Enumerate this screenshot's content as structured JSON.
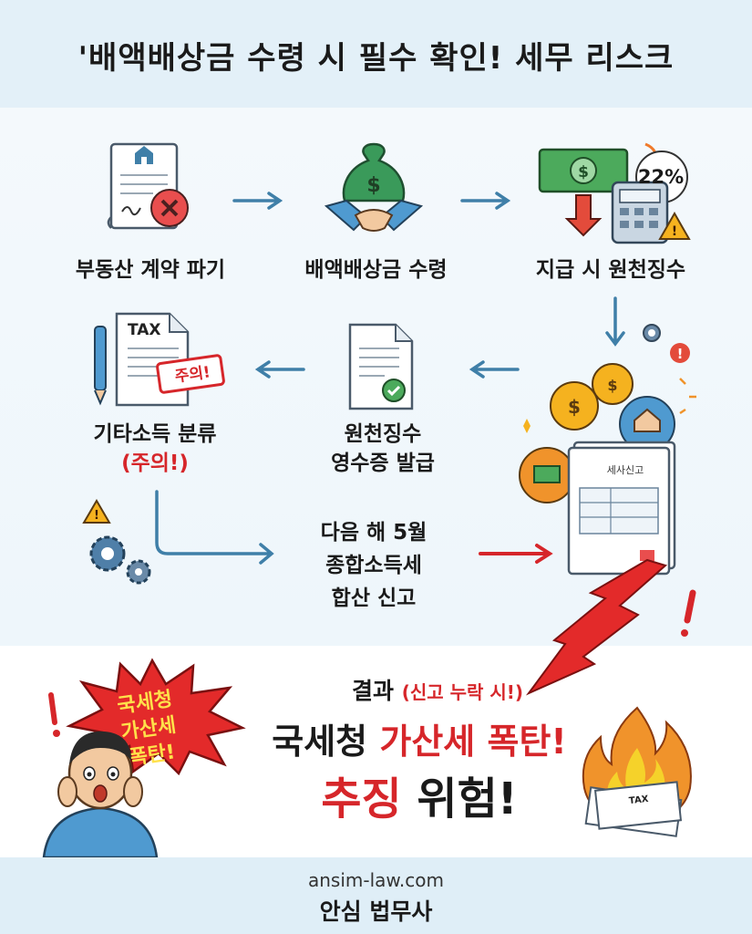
{
  "header": {
    "title": "'배액배상금 수령 시 필수 확인! 세무 리스크"
  },
  "steps": {
    "s1": "부동산 계약 파기",
    "s2": "배액배상금 수령",
    "s3": "지급 시 원천징수",
    "s4_line1": "원천징수",
    "s4_line2": "영수증 발급",
    "s5_line1": "기타소득 분류",
    "s5_line2": "(주의!)",
    "s6_line1": "다음 해 5월",
    "s6_line2": "종합소득세",
    "s6_line3": "합산 신고"
  },
  "badges": {
    "tax": "TAX",
    "caution_stamp": "주의!",
    "percent": "22%",
    "tax_form": "세사신고",
    "tax_small": "TAX"
  },
  "result": {
    "label": "결과",
    "condition": "(신고 누락 시!)",
    "line2_black": "국세청",
    "line2_red": "가산세 폭탄!",
    "line3_red": "추징",
    "line3_black": "위험!"
  },
  "burst": {
    "line1": "국세청",
    "line2": "가산세",
    "line3": "폭탄!"
  },
  "footer": {
    "site": "ansim-law.com",
    "brand": "안심 법무사"
  },
  "colors": {
    "header_bg": "#e3f0f8",
    "accent_blue": "#3f7fa8",
    "danger_red": "#d6262a",
    "burst_red": "#e32a2a",
    "burst_text": "#ffe14a"
  },
  "icons": [
    "contract-cancel-icon",
    "money-bag-handshake-icon",
    "cash-calculator-icon",
    "receipt-check-icon",
    "tax-document-icon",
    "income-tax-report-icon",
    "fire-icon",
    "shocked-person-icon",
    "gear-icon",
    "warning-icon"
  ]
}
